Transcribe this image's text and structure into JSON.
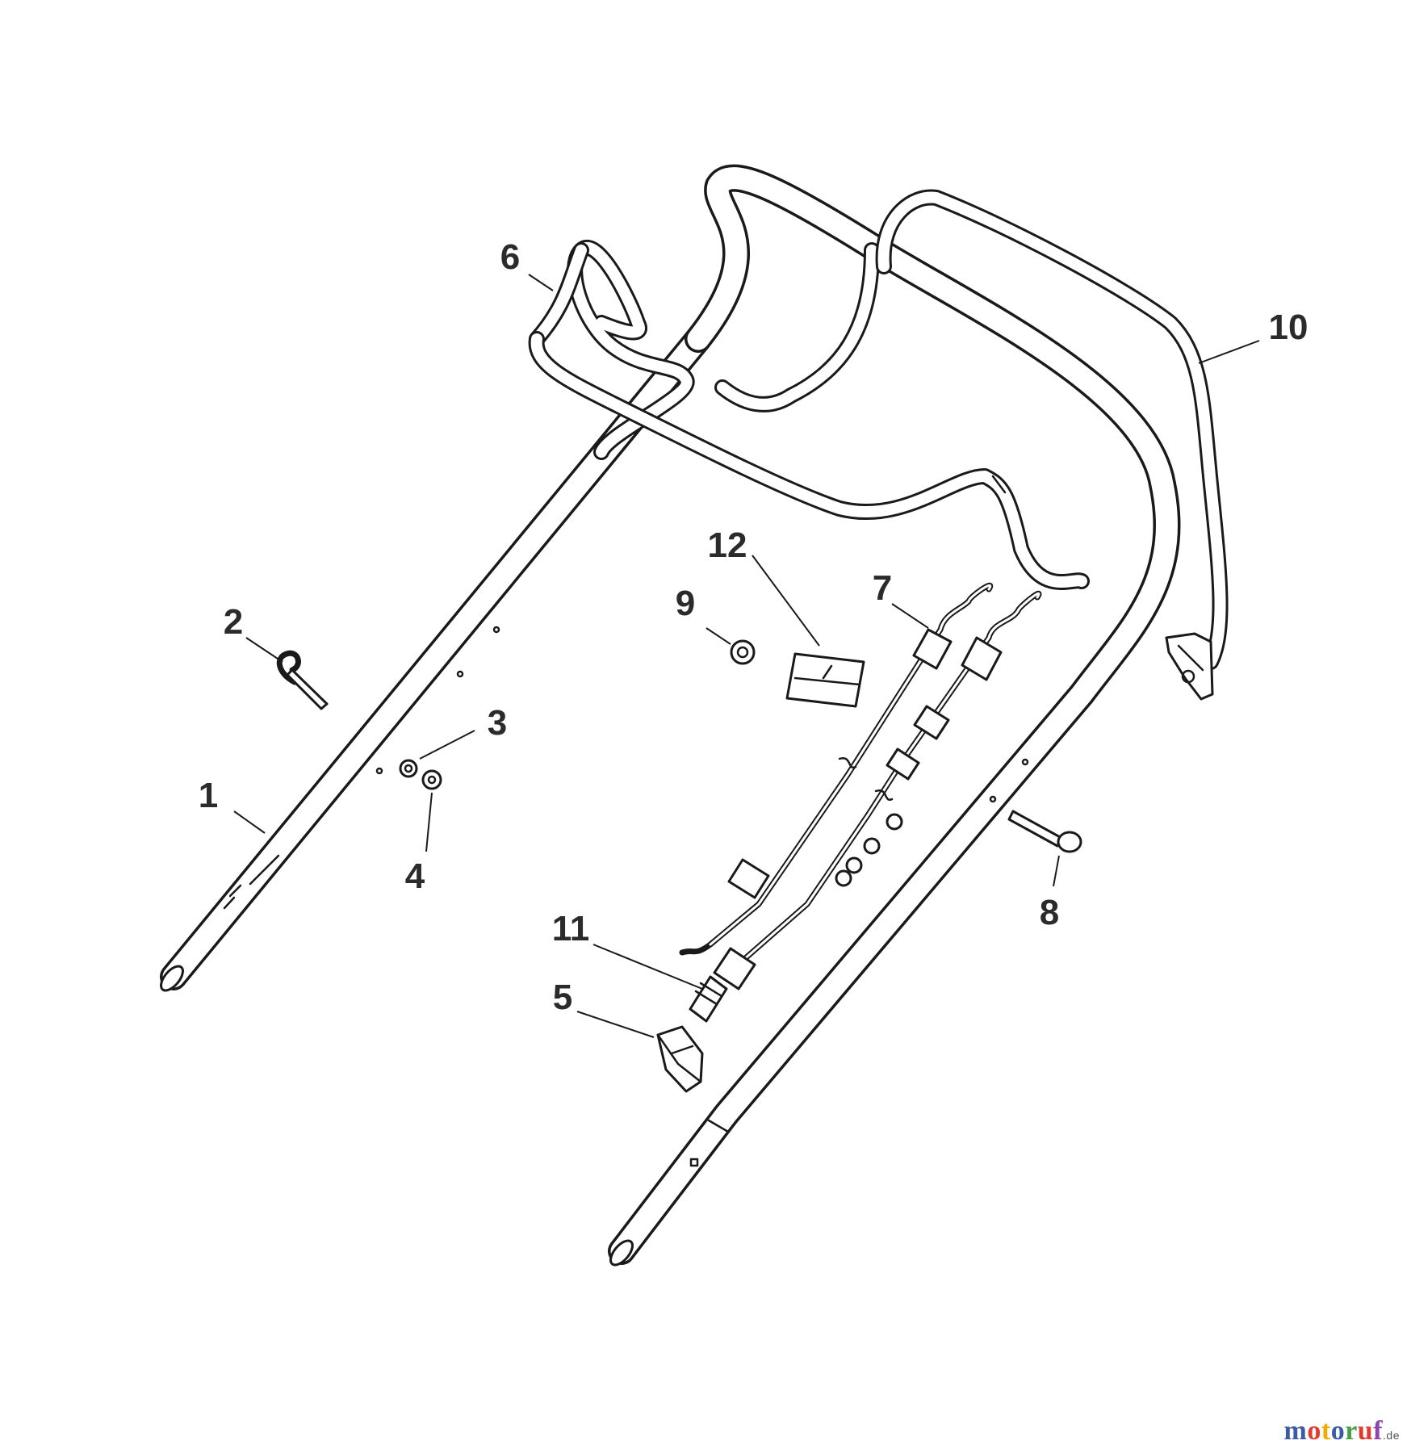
{
  "callouts": [
    "1",
    "2",
    "3",
    "4",
    "5",
    "6",
    "7",
    "8",
    "9",
    "10",
    "11",
    "12"
  ],
  "logo": {
    "letters": [
      "m",
      "o",
      "t",
      "o",
      "r",
      "u",
      "f"
    ],
    "tld": ".de"
  },
  "colors": {
    "line": "#1a1a1a",
    "label": "#2b2b2b",
    "logo_letters": [
      "#3b5ba5",
      "#e23b2e",
      "#f2a900",
      "#3b5ba5",
      "#43a047",
      "#e23b2e",
      "#8e44ad"
    ],
    "logo_tld": "#555555"
  }
}
